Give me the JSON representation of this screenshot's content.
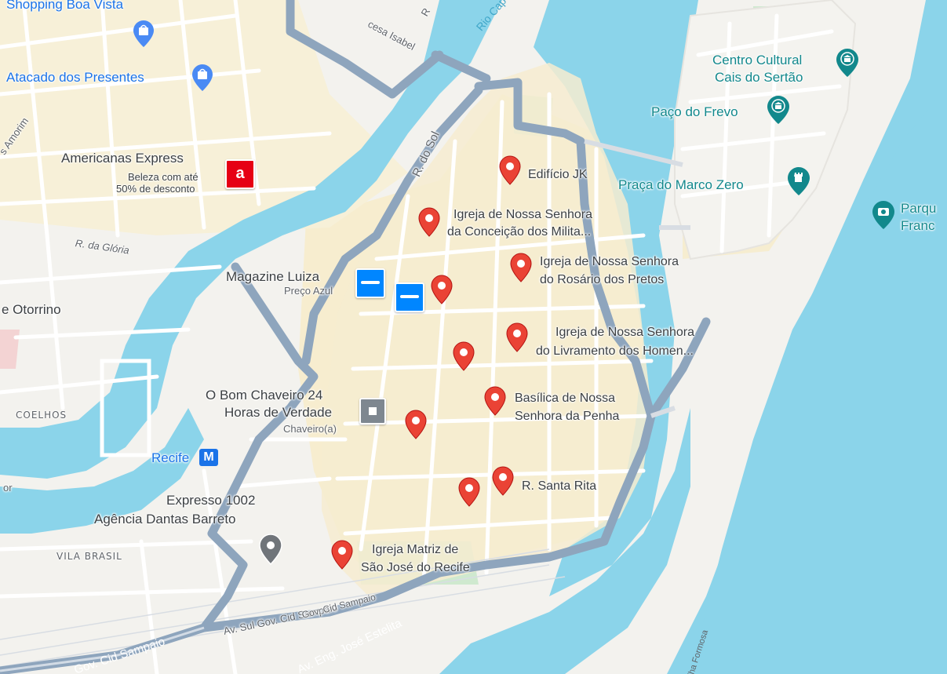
{
  "places": {
    "edificio_jk": "Edifício JK",
    "igreja_conceicao_1": "Igreja de Nossa Senhora",
    "igreja_conceicao_2": "da Conceição dos Milita...",
    "igreja_rosario_1": "Igreja de Nossa Senhora",
    "igreja_rosario_2": "do Rosário dos Pretos",
    "igreja_livramento_1": "Igreja de Nossa Senhora",
    "igreja_livramento_2": "do Livramento dos Homen...",
    "basilica_penha_1": "Basílica de Nossa",
    "basilica_penha_2": "Senhora da Penha",
    "rua_santa_rita": "R. Santa Rita",
    "igreja_sao_jose_1": "Igreja Matriz de",
    "igreja_sao_jose_2": "São José do Recife",
    "centro_cultural_1": "Centro Cultural",
    "centro_cultural_2": "Cais do Sertão",
    "paco_frevo": "Paço do Frevo",
    "praca_marco_zero": "Praça do Marco Zero",
    "parque_1": "Parqu",
    "parque_2": "Franc",
    "shopping": "Shopping Boa Vista",
    "atacado": "Atacado dos Presentes",
    "americanas": "Americanas Express",
    "americanas_sub_1": "Beleza com até",
    "americanas_sub_2": "50% de desconto",
    "magazine": "Magazine Luiza",
    "magazine_sub": "Preço Azul",
    "chaveiro_1": "O Bom Chaveiro 24",
    "chaveiro_2": "Horas de Verdade",
    "chaveiro_sub": "Chaveiro(a)",
    "recife_metro": "Recife",
    "expresso_1": "Expresso 1002",
    "expresso_2": "Agência Dantas Barreto",
    "otorrino": "e Otorrino",
    "coelhos": "COELHOS",
    "vila_brasil": "VILA BRASIL"
  },
  "streets": {
    "princesa_isabel": "cesa Isabel",
    "rio_capibaribe": "Rio Cap",
    "r_do_sol": "R. do Sol",
    "r_da_gloria": "R. da Glória",
    "amorim": "s Amorim",
    "cid_sampaio_1": "Av. Sul Gov. Cid Sampaio",
    "cid_sampaio_2": "Gov. Cid Sampaio",
    "jose_estelita": "Av. Eng. José Estelita",
    "cid_sampaio_3": "Gov. Cid Sampaio",
    "r_short": "R",
    "or": "or",
    "ilha_formosa": "Ilha Formosa"
  },
  "icons": {
    "metro": "M",
    "americanas_logo": "a"
  },
  "colors": {
    "water": "#8bd4ea",
    "land": "#f4f3ef",
    "district": "#f8efcf",
    "major_road": "#8ea5bd",
    "pin": "#ea4335",
    "poi_blue": "#4a8af4",
    "teal": "#12888c"
  }
}
